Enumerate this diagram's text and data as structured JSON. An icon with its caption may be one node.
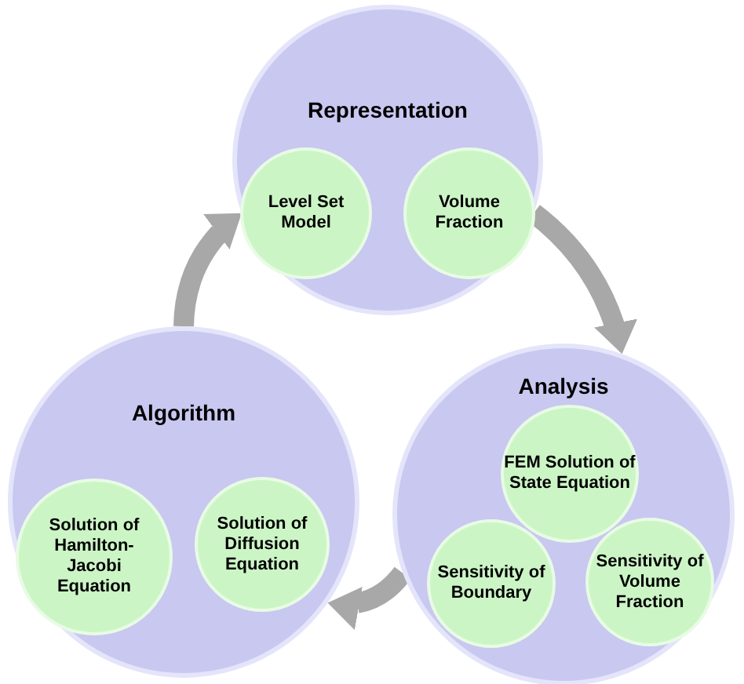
{
  "diagram": {
    "nodes": [
      {
        "text": [
          "Representation"
        ]
      },
      {
        "text": [
          "Level Set Model"
        ],
        "in": 0
      },
      {
        "text": [
          "Volume Fraction"
        ],
        "in": 0
      },
      {
        "text": [
          "Analysis"
        ]
      },
      {
        "text": [
          "FEM Solution of State Equation"
        ],
        "in": 3
      },
      {
        "text": [
          "Sensitivity of Boundary"
        ],
        "in": 3
      },
      {
        "text": [
          "Sensitivity of Volume Fraction"
        ],
        "in": 3
      },
      {
        "text": [
          "Algorithm"
        ]
      },
      {
        "text": [
          "Solution of Hamilton-Jacobi Equation"
        ],
        "in": 7
      },
      {
        "text": [
          "Solution of Diffusion Equation"
        ],
        "in": 7
      }
    ],
    "edges": [
      {
        "from": 0,
        "to": 3,
        "arrow": "to"
      },
      {
        "from": 3,
        "to": 7,
        "arrow": "to"
      },
      {
        "from": 7,
        "to": 0,
        "arrow": "to"
      }
    ]
  }
}
